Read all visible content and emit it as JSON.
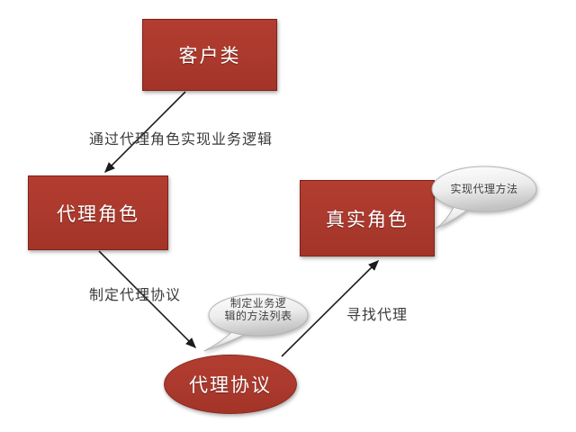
{
  "colors": {
    "background": "#ffffff",
    "node_fill": "#ac392e",
    "node_text": "#ffffff",
    "bubble_fill_top": "#ffffff",
    "bubble_fill_bottom": "#c3c3c3",
    "bubble_border": "#b5b5b5",
    "bubble_text": "#3f3f3f",
    "edge_label_text": "#3b3b3b",
    "arrow_color": "#1c1c1c"
  },
  "nodes": [
    {
      "id": "client-class",
      "shape": "rectangle",
      "label": "客户类"
    },
    {
      "id": "proxy-role",
      "shape": "rectangle",
      "label": "代理角色"
    },
    {
      "id": "real-role",
      "shape": "rectangle",
      "label": "真实角色"
    },
    {
      "id": "proxy-protocol",
      "shape": "ellipse",
      "label": "代理协议"
    }
  ],
  "edges": [
    {
      "from": "client-class",
      "to": "proxy-role",
      "label": "通过代理角色实现业务逻辑"
    },
    {
      "from": "proxy-role",
      "to": "proxy-protocol",
      "label": "制定代理协议"
    },
    {
      "from": "proxy-protocol",
      "to": "real-role",
      "label": "寻找代理"
    }
  ],
  "callouts": [
    {
      "attached_to": "proxy-protocol",
      "text": "制定业务逻辑的方法列表",
      "line1": "制定业务逻",
      "line2": "辑的方法列表"
    },
    {
      "attached_to": "real-role",
      "text": "实现代理方法"
    }
  ]
}
